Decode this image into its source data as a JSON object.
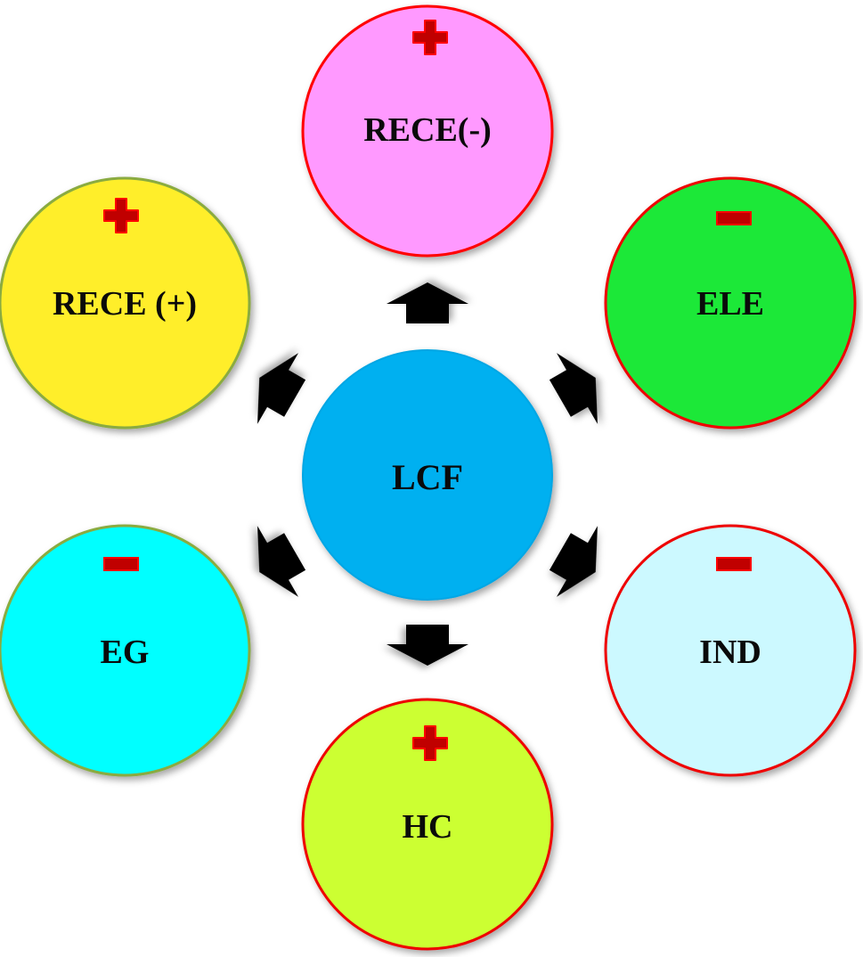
{
  "center": {
    "label": "LCF",
    "color": "#00b0f0"
  },
  "nodes": [
    {
      "id": "rece-minus",
      "label": "RECE(-)",
      "color": "#ff99ff",
      "sign": "plus",
      "stroke": "#ff0000"
    },
    {
      "id": "ele",
      "label": "ELE",
      "color": "#1ee839",
      "sign": "minus",
      "stroke": "#ee0000"
    },
    {
      "id": "ind",
      "label": "IND",
      "color": "#ccf9ff",
      "sign": "minus",
      "stroke": "#ee0000"
    },
    {
      "id": "hc",
      "label": "HC",
      "color": "#ccff33",
      "sign": "plus",
      "stroke": "#ee0000"
    },
    {
      "id": "eg",
      "label": "EG",
      "color": "#00ffff",
      "sign": "minus",
      "stroke": "#8aab40"
    },
    {
      "id": "rece-plus",
      "label": "RECE (+)",
      "color": "#ffee2a",
      "sign": "plus",
      "stroke": "#8aab40"
    }
  ],
  "sign_colors": {
    "fill": "#c00000",
    "outline": "#ff0000"
  },
  "arrow_color": "#000000"
}
